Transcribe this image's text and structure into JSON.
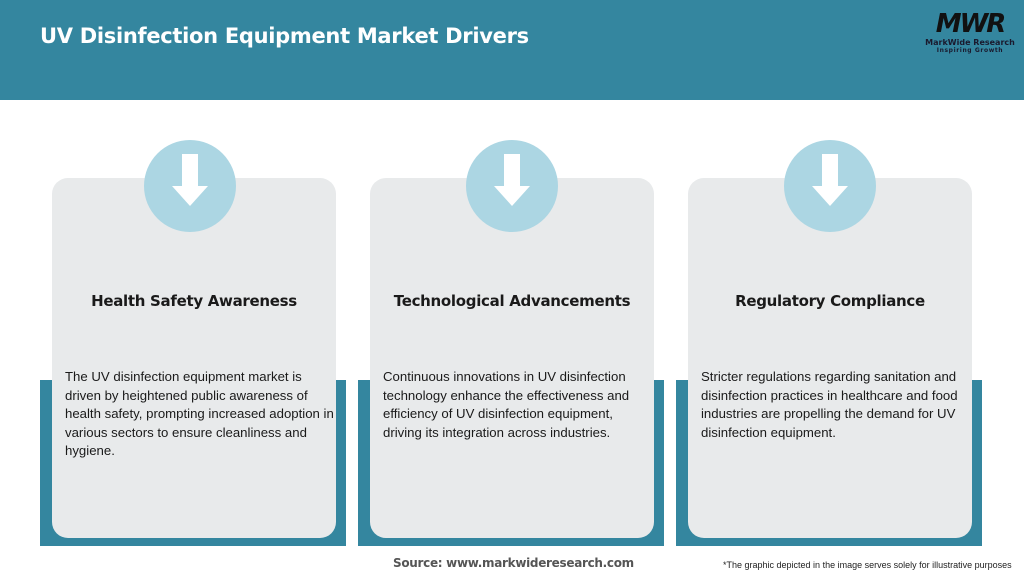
{
  "header": {
    "title": "UV Disinfection Equipment Market Drivers",
    "background_color": "#34869f"
  },
  "logo": {
    "mark": "MWR",
    "name": "MarkWide Research",
    "tagline": "Inspiring Growth"
  },
  "cards": [
    {
      "icon": "arrow-down-icon",
      "title": "Health Safety Awareness",
      "text": "The UV disinfection equipment market is driven by heightened public awareness of health safety, prompting increased adoption in various sectors to ensure cleanliness and hygiene."
    },
    {
      "icon": "arrow-down-icon",
      "title": "Technological Advancements",
      "text": "Continuous innovations in UV disinfection technology enhance the effectiveness and efficiency of UV disinfection equipment, driving its integration across industries."
    },
    {
      "icon": "arrow-down-icon",
      "title": "Regulatory Compliance",
      "text": "Stricter regulations regarding sanitation and disinfection practices in healthcare and food industries are propelling the demand for UV disinfection equipment."
    }
  ],
  "footer": {
    "source": "Source: www.markwideresearch.com",
    "disclaimer": "*The graphic depicted in the image serves solely for illustrative purposes"
  },
  "colors": {
    "accent": "#34869f",
    "card_bg": "#e8eaeb",
    "icon_circle": "#acd6e3"
  }
}
